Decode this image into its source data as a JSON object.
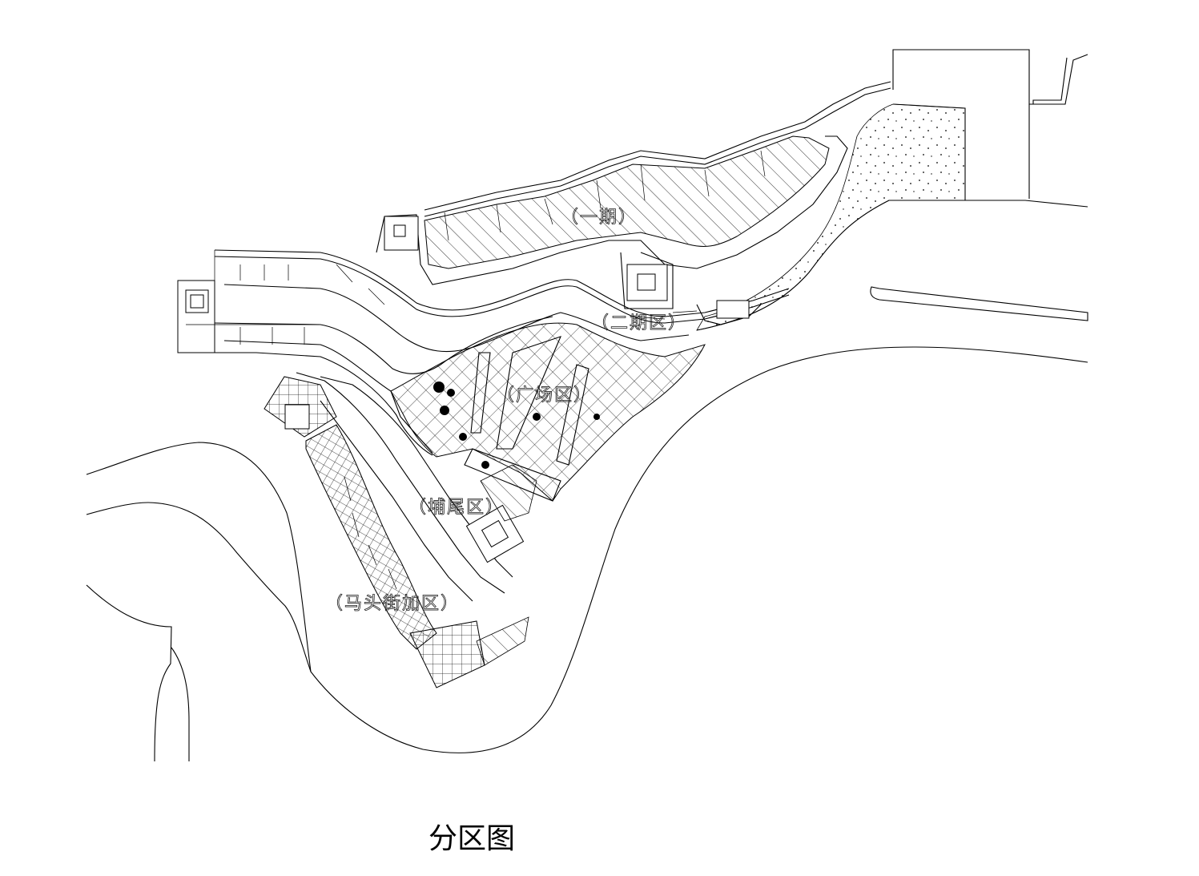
{
  "drawing": {
    "title": "分区图",
    "zones": [
      {
        "id": "zone-north-strip",
        "label": "（一期）"
      },
      {
        "id": "zone-east-strip",
        "label": "（二期区）"
      },
      {
        "id": "zone-plaza",
        "label": "（广场区）"
      },
      {
        "id": "zone-south-strip",
        "label": "（埔尾区）"
      },
      {
        "id": "zone-southwest",
        "label": "（马头街加区）"
      }
    ]
  }
}
